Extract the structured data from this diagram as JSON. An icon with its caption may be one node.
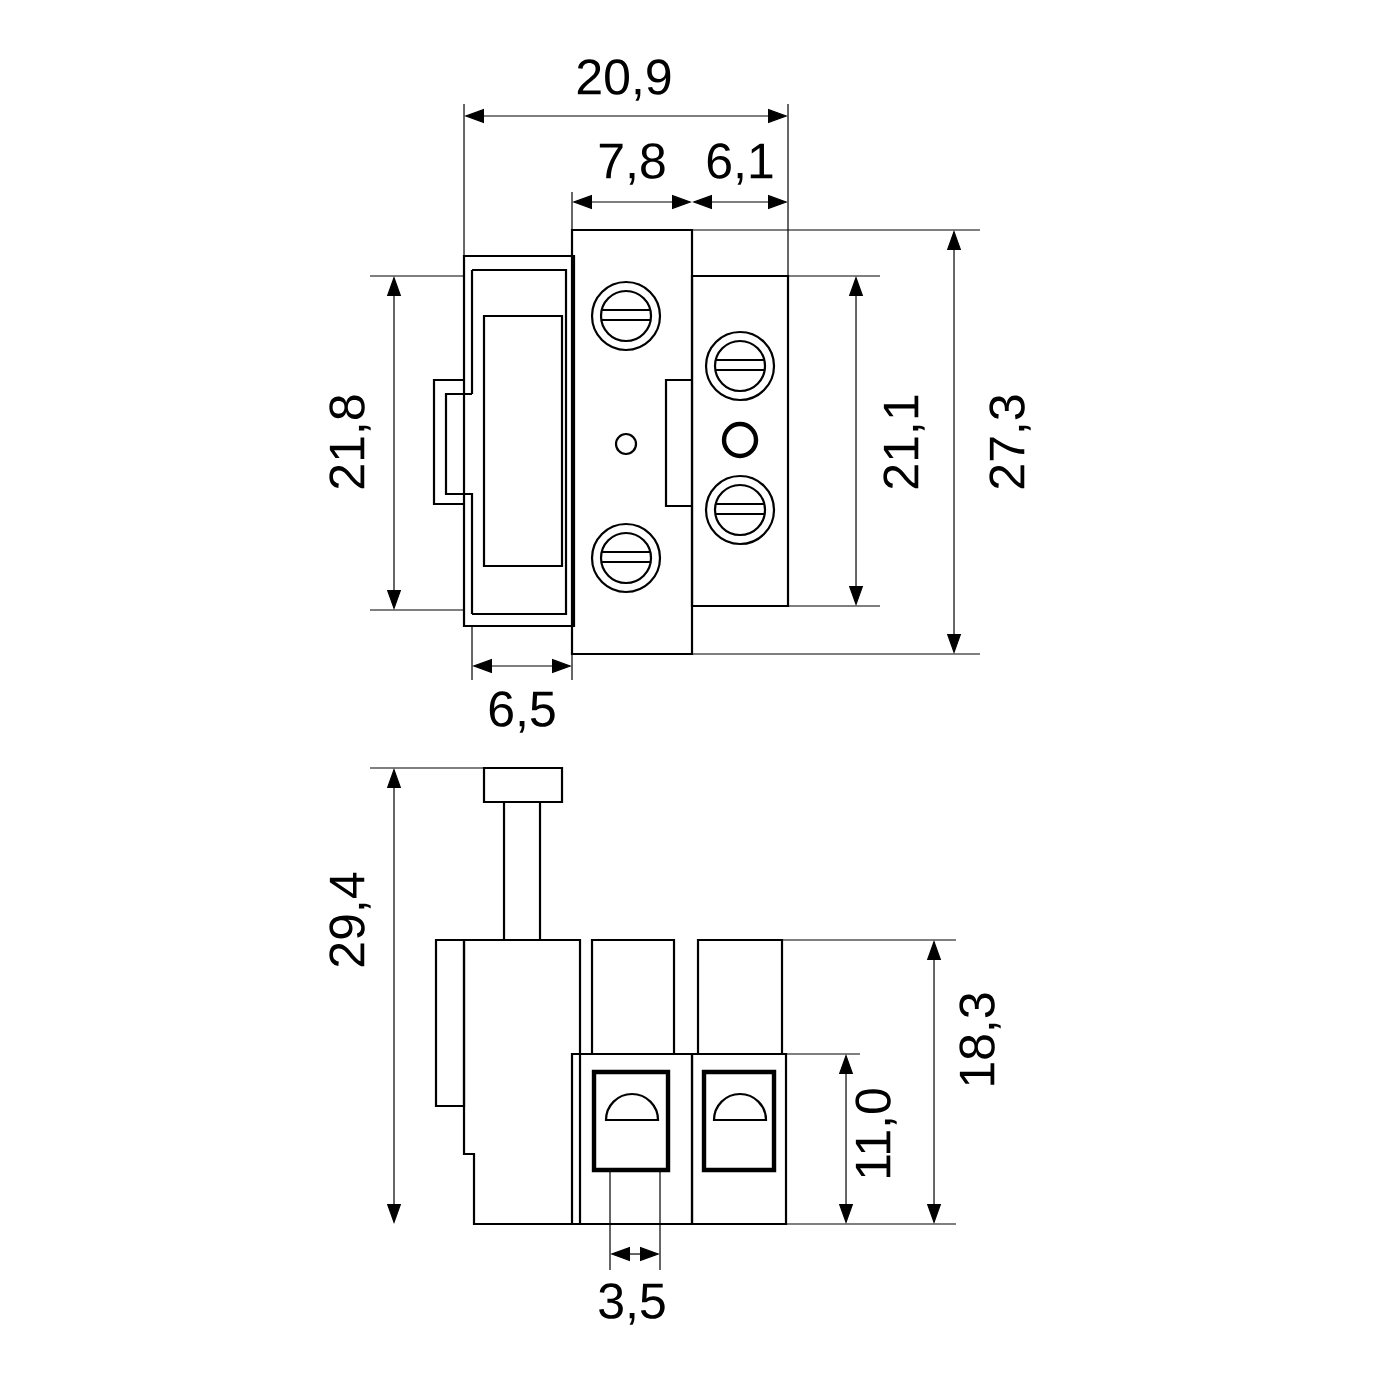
{
  "diagram": {
    "labels": [
      "20,9",
      "7,8",
      "6,1",
      "21,8",
      "21,1",
      "27,3",
      "6,5",
      "29,4",
      "18,3",
      "11,0",
      "3,5"
    ]
  }
}
